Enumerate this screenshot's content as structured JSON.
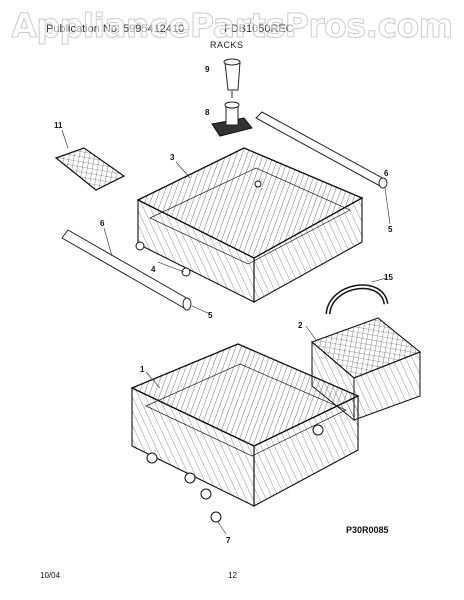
{
  "header": {
    "left_text": "Publication No: 5995412410",
    "mid_text": "FDB1050REC",
    "section_title": "RACKS"
  },
  "watermark": "AppliancePartsPros.com",
  "parts": {
    "p1": "1",
    "p2": "2",
    "p3": "3",
    "p4": "4",
    "p5a": "5",
    "p5b": "5",
    "p6a": "6",
    "p6b": "6",
    "p7": "7",
    "p8": "8",
    "p9": "9",
    "p11": "11",
    "p15": "15"
  },
  "diagram_code": "P30R0085",
  "footer": {
    "date": "10/04",
    "page": "12"
  }
}
